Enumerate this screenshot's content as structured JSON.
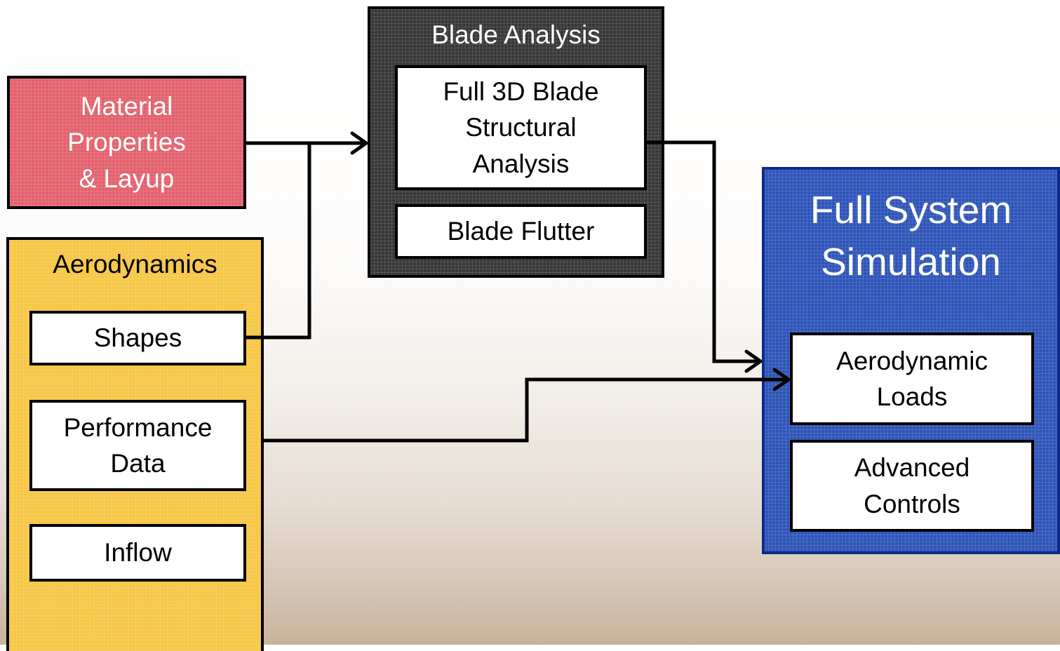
{
  "material": {
    "label": "Material\nProperties\n& Layup"
  },
  "aerodynamics": {
    "title": "Aerodynamics",
    "items": [
      {
        "label": "Shapes"
      },
      {
        "label": "Performance\nData"
      },
      {
        "label": "Inflow"
      }
    ]
  },
  "blade_analysis": {
    "title": "Blade Analysis",
    "items": [
      {
        "label": "Full 3D Blade\nStructural\nAnalysis"
      },
      {
        "label": "Blade Flutter"
      }
    ]
  },
  "full_system": {
    "title": "Full System\nSimulation",
    "items": [
      {
        "label": "Aerodynamic\nLoads"
      },
      {
        "label": "Advanced\nControls"
      }
    ]
  },
  "colors": {
    "material": "#e3626d",
    "aerodynamics": "#f6c646",
    "blade_analysis": "#383838",
    "full_system": "#2f55b8"
  }
}
